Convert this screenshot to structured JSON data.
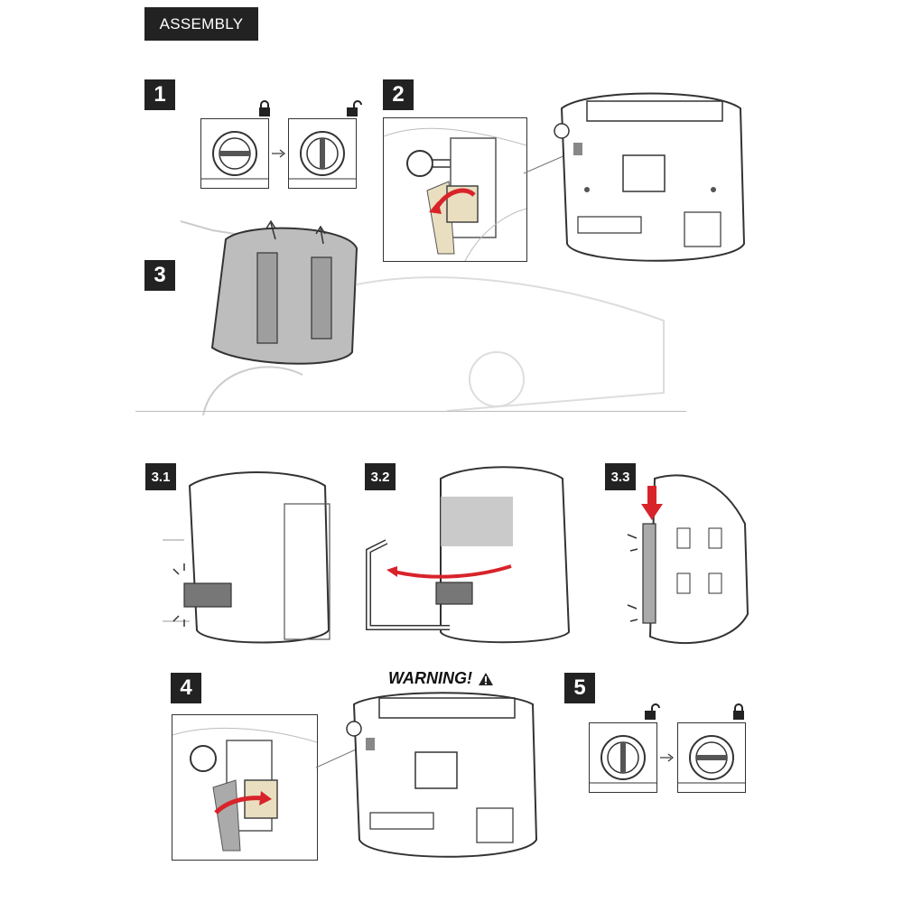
{
  "header": {
    "label": "ASSEMBLY"
  },
  "steps": {
    "s1": "1",
    "s2": "2",
    "s3": "3",
    "s31": "3.1",
    "s32": "3.2",
    "s33": "3.3",
    "s4": "4",
    "s5": "5"
  },
  "warning": {
    "label": "WARNING!"
  },
  "colors": {
    "accent_red": "#d8232a",
    "highlight": "#e9dfc0",
    "line": "#333333"
  }
}
